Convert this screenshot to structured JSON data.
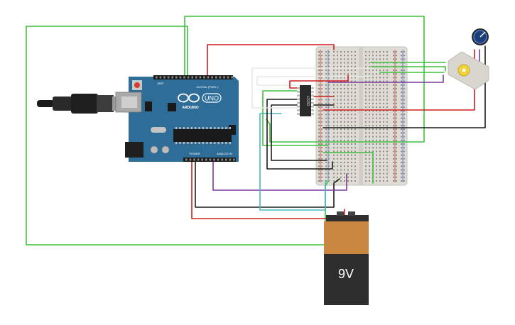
{
  "arduino": {
    "brand": "ARDUINO",
    "model": "UNO",
    "digital_label": "DIGITAL (PWM~)",
    "power_label": "POWER",
    "analog_label": "ANALOG IN",
    "aref_label": "AREF",
    "board_color": "#2f6d99"
  },
  "chip": {
    "label": "L293D"
  },
  "battery": {
    "label": "9V",
    "body_color": "#2e2e2e",
    "cap_color": "#c98742"
  },
  "breadboard": {
    "color": "#dedcd5"
  },
  "colors": {
    "wire_green": "#3ec23e",
    "wire_red": "#d11f1f",
    "wire_black": "#1a1a1a",
    "wire_purple": "#7a3aa0",
    "wire_cyan": "#46b9c4",
    "wire_white": "#e8e8e8",
    "motor_hub": "#f2d23b",
    "pot_knob": "#1e3e7a"
  },
  "icons": {
    "usb": "usb-cable-icon",
    "motor": "dc-motor-icon",
    "pot": "potentiometer-icon"
  }
}
